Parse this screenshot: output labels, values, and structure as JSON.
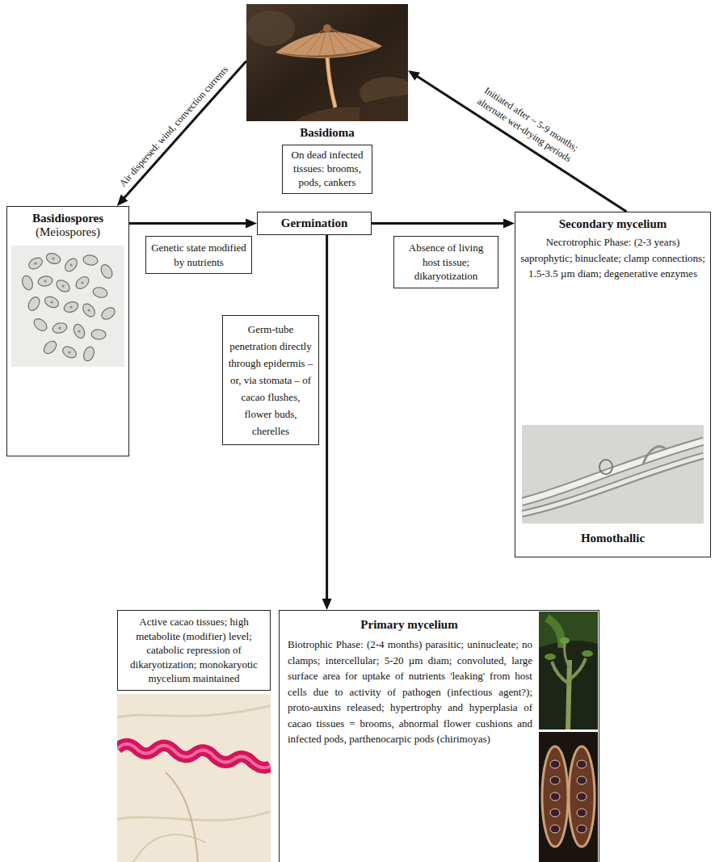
{
  "diagram": {
    "nodes": [
      {
        "text": [
          "Basidioma",
          "On dead infected tissues: brooms, pods, cankers"
        ]
      },
      {
        "text": [
          "Basidiospores",
          "(Meiospores)"
        ]
      },
      {
        "text": [
          "Genetic state modified by nutrients"
        ]
      },
      {
        "text": [
          "Germination"
        ]
      },
      {
        "text": [
          "Absence of living host tissue; dikaryotization"
        ]
      },
      {
        "text": [
          "Secondary mycelium",
          "Necrotrophic Phase: (2-3 years) saprophytic; binucleate; clamp connections; 1.5-3.5 µm diam; degenerative enzymes",
          "Homothallic"
        ]
      },
      {
        "text": [
          "Germ-tube penetration directly through epidermis – or, via stomata – of cacao flushes, flower buds, cherelles"
        ]
      },
      {
        "text": [
          "Active cacao tissues; high metabolite (modifier) level; catabolic repression of dikaryotization; monokaryotic mycelium maintained"
        ]
      },
      {
        "text": [
          "Primary mycelium",
          "Biotrophic Phase: (2-4 months) parasitic; uninucleate; no clamps; intercellular; 5-20 µm diam; convoluted, large surface area for uptake of nutrients 'leaking' from host cells due to activity of pathogen (infectious agent?); proto-auxins released; hypertrophy and hyperplasia of cacao tissues = brooms, abnormal flower cushions and infected pods, parthenocarpic pods (chirimoyas)"
        ]
      }
    ],
    "edges": [
      {
        "from": 0,
        "to": 1,
        "arrow": "to",
        "label": "Air dispersed: wind, convection currents"
      },
      {
        "from": 1,
        "to": 3,
        "arrow": "to"
      },
      {
        "from": 3,
        "to": 5,
        "arrow": "to"
      },
      {
        "from": 5,
        "to": 0,
        "arrow": "to",
        "label": "Initiated after ~ 5-9 months; alternate wet-drying periods"
      },
      {
        "from": 3,
        "to": 8,
        "arrow": "to"
      }
    ]
  }
}
